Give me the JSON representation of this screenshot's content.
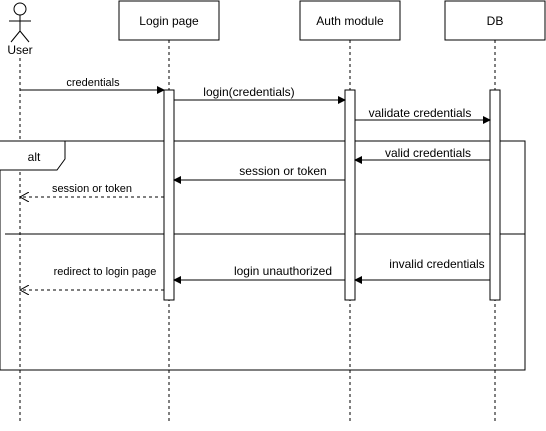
{
  "participants": {
    "user": "User",
    "login_page": "Login page",
    "auth_module": "Auth module",
    "db": "DB"
  },
  "fragment": {
    "operator": "alt"
  },
  "messages": {
    "m1": "credentials",
    "m2": "login(credentials)",
    "m3": "validate credentials",
    "m4": "valid credentials",
    "m5": "session or token",
    "m6": "session or token",
    "m7": "invalid credentials",
    "m8": "login unauthorized",
    "m9": "redirect to login page"
  },
  "colors": {
    "stroke": "#000000",
    "background": "#ffffff"
  }
}
